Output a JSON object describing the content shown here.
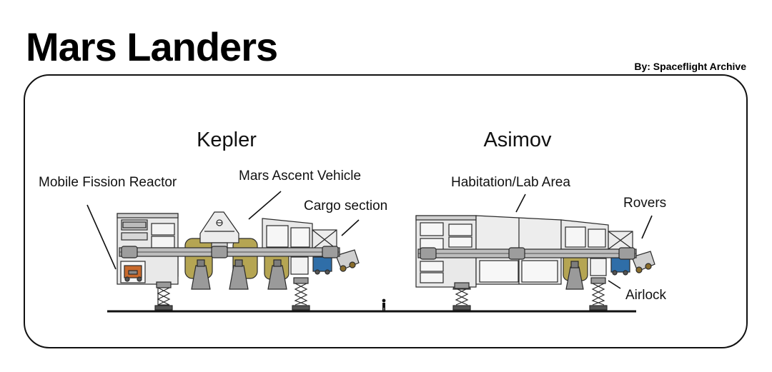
{
  "header": {
    "title": "Mars Landers",
    "byline": "By: Spaceflight Archive"
  },
  "landers": [
    {
      "name": "Kepler"
    },
    {
      "name": "Asimov"
    }
  ],
  "labels": {
    "mobile_fission_reactor": "Mobile Fission Reactor",
    "mars_ascent_vehicle": "Mars Ascent Vehicle",
    "cargo_section": "Cargo section",
    "habitation_lab_area": "Habitation/Lab Area",
    "rovers": "Rovers",
    "airlock": "Airlock"
  },
  "colors": {
    "outline": "#2a2a2a",
    "module_fill": "#e9e9e9",
    "panel_fill": "#d7d7d7",
    "tank_fill": "#b5a553",
    "engine_fill": "#9a9a9a",
    "truss_fill": "#bdbdbd",
    "rover_blue": "#2f6ea8",
    "reactor_orange": "#c8692c"
  }
}
